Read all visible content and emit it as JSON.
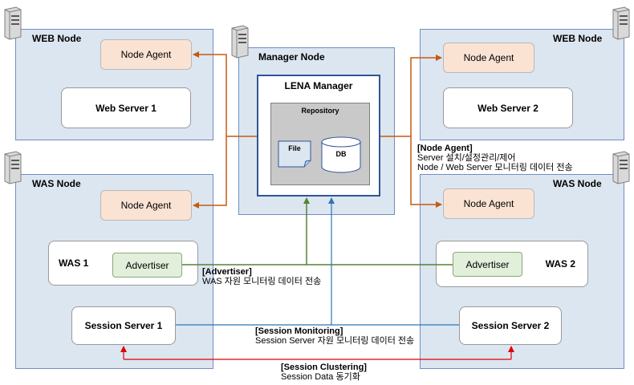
{
  "nodes": {
    "web1": "WEB Node",
    "web2": "WEB Node",
    "was1": "WAS Node",
    "was2": "WAS Node",
    "manager": "Manager Node"
  },
  "boxes": {
    "node_agent": "Node Agent",
    "web_server_1": "Web Server 1",
    "web_server_2": "Web Server 2",
    "was_1": "WAS 1",
    "was_2": "WAS 2",
    "advertiser": "Advertiser",
    "session_server_1": "Session Server 1",
    "session_server_2": "Session Server 2",
    "lena_manager": "LENA Manager",
    "repository": "Repository",
    "file": "File",
    "db": "DB"
  },
  "labels": {
    "node_agent_title": "[Node Agent]",
    "node_agent_line1": "Server 설치/설정관리/제어",
    "node_agent_line2": "Node / Web Server 모니터링 데이터 전송",
    "advertiser_title": "[Advertiser]",
    "advertiser_line1": "WAS 자원 모니터링 데이터 전송",
    "session_monitoring_title": "[Session Monitoring]",
    "session_monitoring_line1": "Session Server 자원 모니터링 데이터 전송",
    "session_clustering_title": "[Session Clustering]",
    "session_clustering_line1": "Session Data 동기화"
  },
  "colors": {
    "node_bg": "#dce6f1",
    "agent_bg": "#fbe3d4",
    "advertiser_bg": "#e2efda",
    "agent_line": "#c55a11",
    "advertiser_line": "#548235",
    "monitoring_line": "#2e75b6",
    "clustering_line": "#e00000"
  },
  "icons": {
    "server": "server-tower-icon"
  }
}
